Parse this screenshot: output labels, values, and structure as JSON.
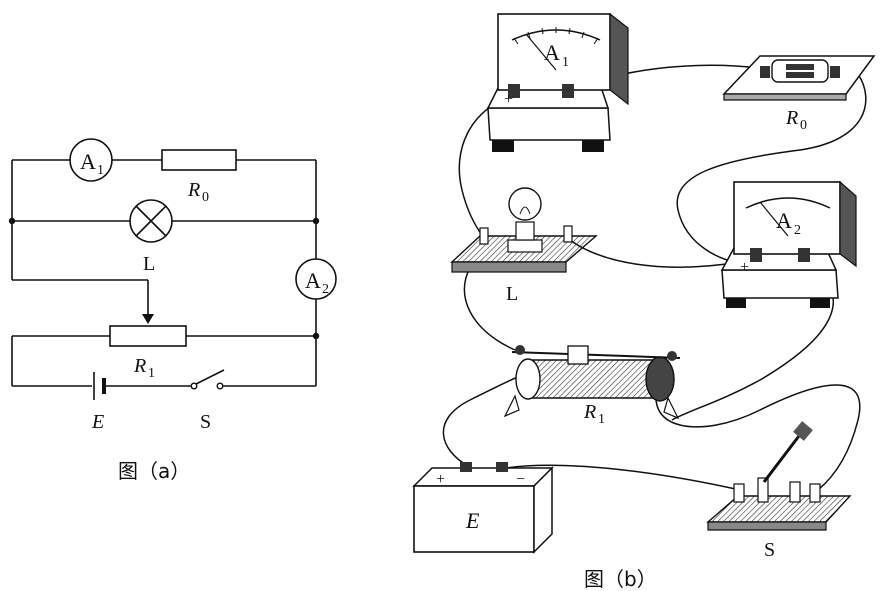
{
  "figure_a": {
    "caption": "图（a）",
    "ammeter1": {
      "letter": "A",
      "sub": "1"
    },
    "ammeter2": {
      "letter": "A",
      "sub": "2"
    },
    "r0": {
      "letter": "R",
      "sub": "0"
    },
    "r1": {
      "letter": "R",
      "sub": "1"
    },
    "lamp": "L",
    "battery": "E",
    "switch": "S"
  },
  "figure_b": {
    "caption": "图（b）",
    "ammeter1": {
      "letter": "A",
      "sub": "1"
    },
    "ammeter2": {
      "letter": "A",
      "sub": "2"
    },
    "r0": {
      "letter": "R",
      "sub": "0"
    },
    "r1": {
      "letter": "R",
      "sub": "1"
    },
    "lamp": "L",
    "battery": "E",
    "switch": "S",
    "plus": "+",
    "minus": "−"
  },
  "colors": {
    "ink": "#111111",
    "hatch": "#555555",
    "paper": "#ffffff"
  }
}
